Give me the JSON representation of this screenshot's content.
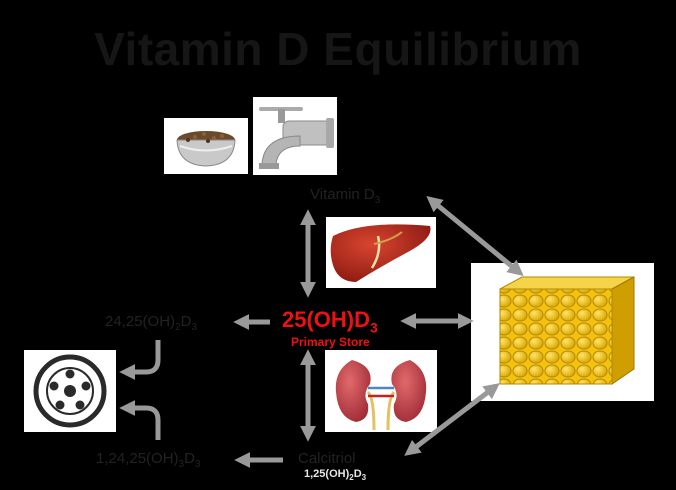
{
  "title": "Vitamin D Equilibrium",
  "labels": {
    "vitamin_d3": "Vitamin D",
    "vitamin_d3_sub": "3",
    "main_store": "25(OH)D",
    "main_store_sub": "3",
    "primary_store": "Primary Store",
    "hydroxy_24_25": "24,25(OH)",
    "hydroxy_24_25_sub1": "2",
    "hydroxy_24_25_mid": "D",
    "hydroxy_24_25_sub2": "3",
    "hydroxy_1_24_25": "1,24,25(OH)",
    "hydroxy_1_24_25_sub1": "3",
    "hydroxy_1_24_25_mid": "D",
    "hydroxy_1_24_25_sub2": "3",
    "calcitriol": "Calcitriol",
    "calcitriol_formula": "1,25(OH)",
    "calcitriol_formula_sub1": "2",
    "calcitriol_formula_mid": "D",
    "calcitriol_formula_sub2": "3"
  },
  "colors": {
    "background": "#000000",
    "accent": "#ee1111",
    "arrow": "#999999",
    "faded_text": "#222222"
  },
  "icons": [
    "food-bowl-icon",
    "water-faucet-icon",
    "liver-icon",
    "kidneys-icon",
    "fat-tissue-icon",
    "drain-icon"
  ]
}
